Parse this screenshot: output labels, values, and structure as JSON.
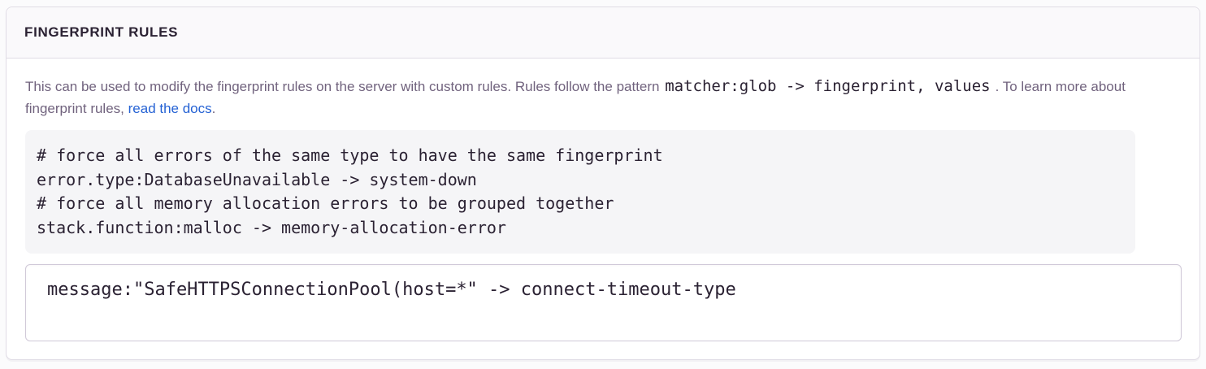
{
  "panel": {
    "title": "FINGERPRINT RULES",
    "description": {
      "text_start": "This can be used to modify the fingerprint rules on the server with custom rules. Rules follow the pattern ",
      "pattern_code": "matcher:glob -> fingerprint, values",
      "text_middle": ". To learn more about fingerprint rules, ",
      "link_label": "read the docs",
      "text_end": "."
    },
    "example": {
      "lines": [
        "# force all errors of the same type to have the same fingerprint",
        "error.type:DatabaseUnavailable -> system-down",
        "# force all memory allocation errors to be grouped together",
        "stack.function:malloc -> memory-allocation-error"
      ]
    },
    "editor": {
      "value": "message:\"SafeHTTPSConnectionPool(host=*\" -> connect-timeout-type"
    }
  },
  "colors": {
    "link_blue": "#2562d4",
    "heading_text": "#2b2233",
    "body_text": "#71637e",
    "code_text": "#2b2233",
    "panel_border": "#e0dce5",
    "input_border": "#d0c9d8",
    "example_bg": "#f5f5f7",
    "header_bg": "#faf9fb",
    "page_bg": "#fbfbfc"
  }
}
